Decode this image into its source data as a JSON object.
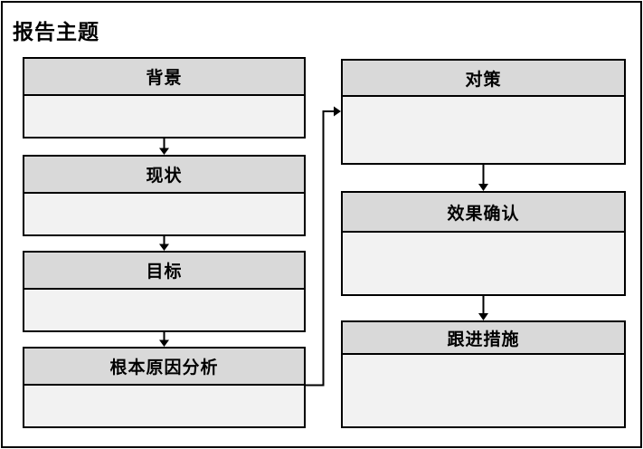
{
  "page": {
    "title": "报告主题"
  },
  "colors": {
    "border": "#000000",
    "header_fill": "#d9d9d9",
    "body_fill": "#f2f2f2",
    "background": "#ffffff",
    "text": "#000000"
  },
  "left_column": {
    "boxes": [
      {
        "label": "背景"
      },
      {
        "label": "现状"
      },
      {
        "label": "目标"
      },
      {
        "label": "根本原因分析"
      }
    ]
  },
  "right_column": {
    "boxes": [
      {
        "label": "对策"
      },
      {
        "label": "效果确认"
      },
      {
        "label": "跟进措施"
      }
    ]
  }
}
